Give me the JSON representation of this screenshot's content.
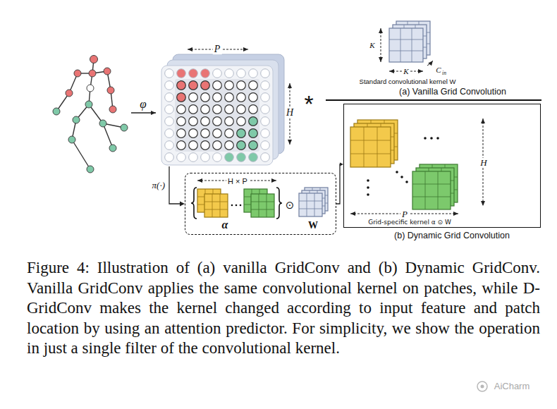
{
  "diagram": {
    "caption": "Figure 4: Illustration of (a) vanilla GridConv and (b) Dynamic GridConv. Vanilla GridConv applies the same convolutional kernel on patches, while D-GridConv makes the kernel changed according to input feature and patch location by using an attention predictor. For simplicity, we show the operation in just a single filter of the convolutional kernel.",
    "nodes": [
      {
        "text": [
          "P",
          "H"
        ]
      },
      {
        "text": [
          "H × P",
          "α",
          "⊙",
          "W"
        ]
      },
      {
        "text": [
          "H",
          "P",
          "Grid-specific kernel α ⊙ W",
          "(b) Dynamic Grid Convolution"
        ]
      }
    ],
    "edges": [
      {
        "from": 0,
        "to": 1,
        "arrow": "to",
        "label": "π(·)"
      },
      {
        "from": 1,
        "to": 2,
        "arrow": "to"
      }
    ],
    "labels": [
      "φ",
      "*",
      "K",
      "K",
      "C",
      "in",
      "Standard convolutional kernel W",
      "(a) Vanilla Grid Convolution",
      "AiCharm"
    ]
  }
}
